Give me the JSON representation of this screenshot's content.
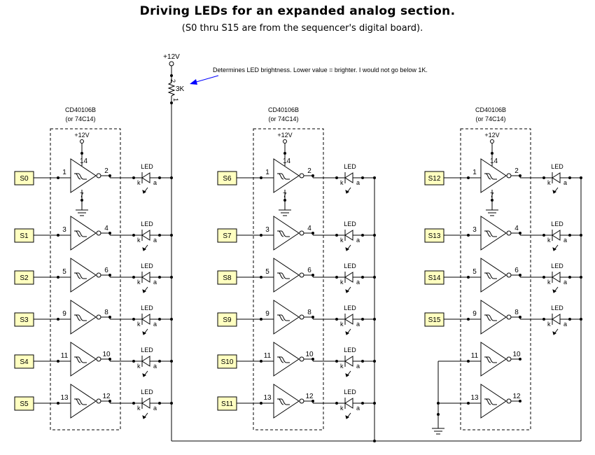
{
  "title": "Driving LEDs for an expanded analog section.",
  "subtitle": "(S0 thru S15 are from the sequencer's digital board).",
  "colors": {
    "input_box_fill": "#ffffc0",
    "arrow": "#0000ff",
    "line": "#000000"
  },
  "supply": {
    "label": "+12V"
  },
  "resistor": {
    "value": "3K",
    "pin_top": "2",
    "pin_bottom": "1"
  },
  "annotation": "Determines LED brightness. Lower value = brighter. I would not go below 1K.",
  "chip": {
    "name": "CD40106B",
    "alt": "(or 74C14)",
    "vcc_label": "+12V",
    "vcc_pin": "14",
    "gnd_pin": "7"
  },
  "led": {
    "label": "LED",
    "cathode": "k",
    "anode": "a"
  },
  "gate_pins": [
    [
      "1",
      "2"
    ],
    [
      "3",
      "4"
    ],
    [
      "5",
      "6"
    ],
    [
      "9",
      "8"
    ],
    [
      "11",
      "10"
    ],
    [
      "13",
      "12"
    ]
  ],
  "sections": [
    {
      "inputs": [
        "S0",
        "S1",
        "S2",
        "S3",
        "S4",
        "S5"
      ]
    },
    {
      "inputs": [
        "S6",
        "S7",
        "S8",
        "S9",
        "S10",
        "S11"
      ]
    },
    {
      "inputs": [
        "S12",
        "S13",
        "S14",
        "S15",
        "",
        ""
      ],
      "unused_gates_grounded": true
    }
  ]
}
